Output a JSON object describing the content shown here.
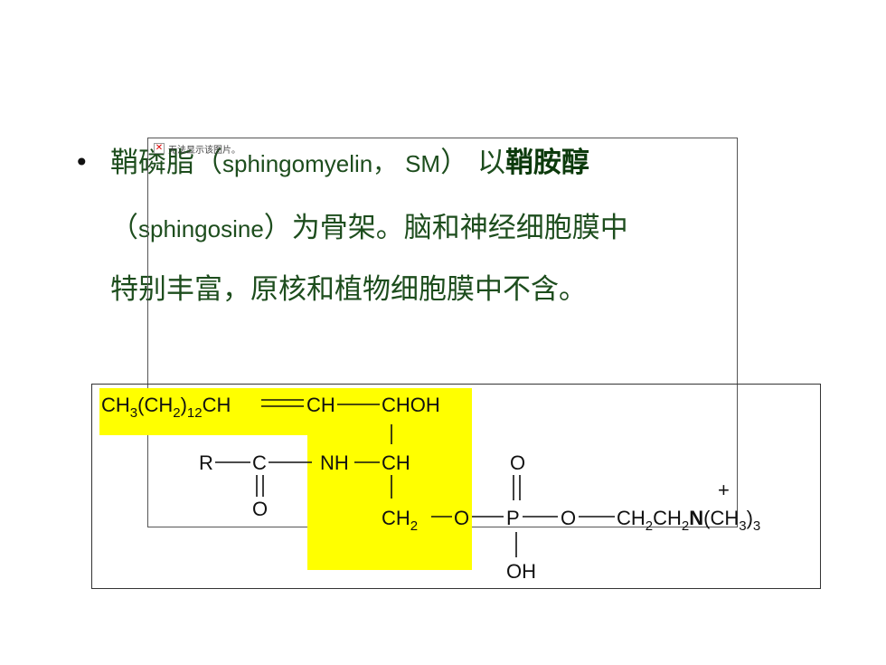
{
  "text": {
    "bullet": "•",
    "line1": {
      "term": "鞘磷脂",
      "paren_open": "（",
      "en_name": "sphingomyelin，",
      "abbr": "SM",
      "paren_close": "）",
      "connector": "以",
      "backbone": "鞘胺醇"
    },
    "line2": {
      "paren_open": "（",
      "en_name": "sphingosine",
      "paren_close": "）",
      "rest": "为骨架。脑和神经细胞膜中"
    },
    "line3": "特别丰富，原核和植物细胞膜中不含。"
  },
  "broken_image": {
    "icon": "broken-image-icon",
    "message": "无法显示该图片。"
  },
  "structure": {
    "highlight_color": "#ffff00",
    "labels": {
      "ch3": "CH",
      "sub3": "3",
      "ch2_open": "(CH",
      "sub2": "2",
      "paren_close": ")",
      "sub12": "12",
      "ch_eq": "CH",
      "ch_mid": "CH",
      "chohh": "CHOH",
      "r": "R",
      "c": "C",
      "o_carbonyl": "O",
      "nh": "NH",
      "ch_nh": "CH",
      "ch2_bottom": "CH",
      "sub2_bottom": "2",
      "o_link": "O",
      "p": "P",
      "o_top": "O",
      "oh": "OH",
      "o_right": "O",
      "ch2ch2": "CH",
      "sub2_a": "2",
      "ch_b": "CH",
      "sub2_b": "2",
      "n": "N",
      "plus": "+",
      "nme3": "(CH",
      "sub3_n": "3",
      "nme3_close": ")",
      "sub3_end": "3"
    }
  }
}
